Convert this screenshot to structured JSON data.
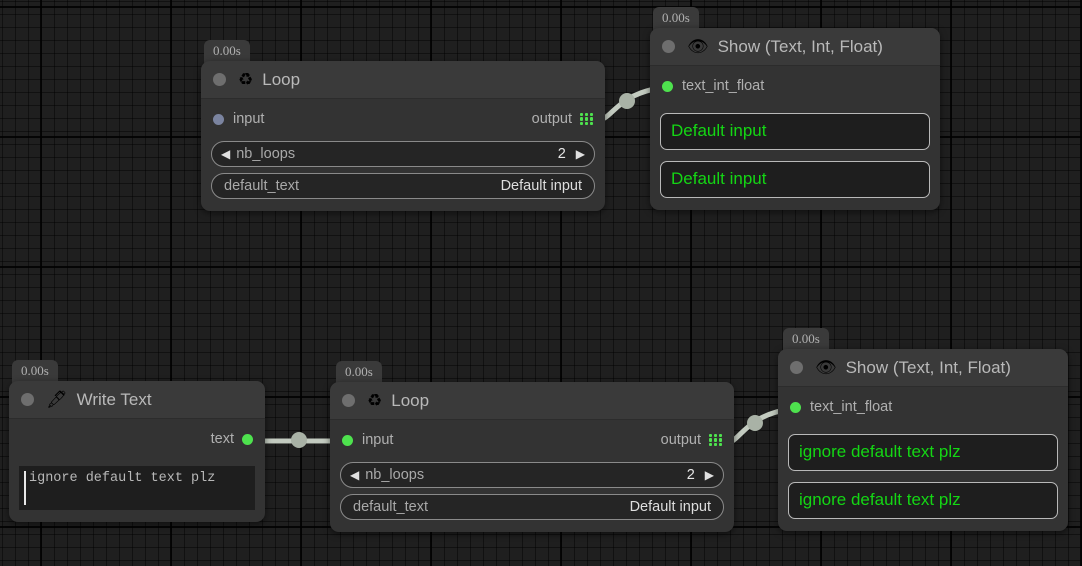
{
  "canvas": {
    "background": "#1f1f1f",
    "grid_color": "#000000"
  },
  "palette": {
    "node_body": "#333333",
    "node_header": "#3a3a3a",
    "socket_connected": "#4ee24e",
    "socket_unconnected": "#7b84a0",
    "value_text": "#14d614",
    "wire": "#c3cbc0"
  },
  "nodes": [
    {
      "id": "loop-top",
      "time_badge": "0.00s",
      "icon": "recycle-icon",
      "icon_glyph": "♻",
      "title": "Loop",
      "input_socket": {
        "label": "input",
        "state": "unconnected"
      },
      "output_socket": {
        "label": "output",
        "state": "connected"
      },
      "fields": [
        {
          "type": "stepper",
          "label": "nb_loops",
          "value": "2",
          "dec": "◀",
          "inc": "▶"
        },
        {
          "type": "text",
          "label": "default_text",
          "value": "Default input"
        }
      ]
    },
    {
      "id": "show-top",
      "time_badge": "0.00s",
      "icon": "eye-icon",
      "icon_glyph": "👁",
      "title": "Show (Text, Int, Float)",
      "input_socket": {
        "label": "text_int_float",
        "state": "connected"
      },
      "values": [
        "Default input",
        "Default input"
      ]
    },
    {
      "id": "write-text",
      "time_badge": "0.00s",
      "icon": "pen-icon",
      "icon_glyph": "🖋",
      "title": "Write Text",
      "output_socket": {
        "label": "text",
        "state": "connected"
      },
      "text_value": "ignore default text plz"
    },
    {
      "id": "loop-bottom",
      "time_badge": "0.00s",
      "icon": "recycle-icon",
      "icon_glyph": "♻",
      "title": "Loop",
      "input_socket": {
        "label": "input",
        "state": "connected"
      },
      "output_socket": {
        "label": "output",
        "state": "connected"
      },
      "fields": [
        {
          "type": "stepper",
          "label": "nb_loops",
          "value": "2",
          "dec": "◀",
          "inc": "▶"
        },
        {
          "type": "text",
          "label": "default_text",
          "value": "Default input"
        }
      ]
    },
    {
      "id": "show-bottom",
      "time_badge": "0.00s",
      "icon": "eye-icon",
      "icon_glyph": "👁",
      "title": "Show (Text, Int, Float)",
      "input_socket": {
        "label": "text_int_float",
        "state": "connected"
      },
      "values": [
        "ignore default text plz",
        "ignore default text plz"
      ]
    }
  ],
  "loop_top": {
    "time": "0.00s",
    "title": "Loop",
    "icon": "♻",
    "input_label": "input",
    "output_label": "output",
    "nb_loops_label": "nb_loops",
    "nb_loops_value": "2",
    "dec_arrow": "◀",
    "inc_arrow": "▶",
    "default_text_label": "default_text",
    "default_text_value": "Default input"
  },
  "show_top": {
    "time": "0.00s",
    "title": "Show (Text, Int, Float)",
    "icon": "👁",
    "input_label": "text_int_float",
    "value_1": "Default input",
    "value_2": "Default input"
  },
  "write_text": {
    "time": "0.00s",
    "title": "Write Text",
    "icon": "🖋",
    "output_label": "text",
    "text_value": "ignore default text plz"
  },
  "loop_bottom": {
    "time": "0.00s",
    "title": "Loop",
    "icon": "♻",
    "input_label": "input",
    "output_label": "output",
    "nb_loops_label": "nb_loops",
    "nb_loops_value": "2",
    "dec_arrow": "◀",
    "inc_arrow": "▶",
    "default_text_label": "default_text",
    "default_text_value": "Default input"
  },
  "show_bottom": {
    "time": "0.00s",
    "title": "Show (Text, Int, Float)",
    "icon": "👁",
    "input_label": "text_int_float",
    "value_1": "ignore default text plz",
    "value_2": "ignore default text plz"
  },
  "connections": [
    {
      "from": "loop-top.output",
      "to": "show-top.text_int_float"
    },
    {
      "from": "write-text.text",
      "to": "loop-bottom.input"
    },
    {
      "from": "loop-bottom.output",
      "to": "show-bottom.text_int_float"
    }
  ]
}
